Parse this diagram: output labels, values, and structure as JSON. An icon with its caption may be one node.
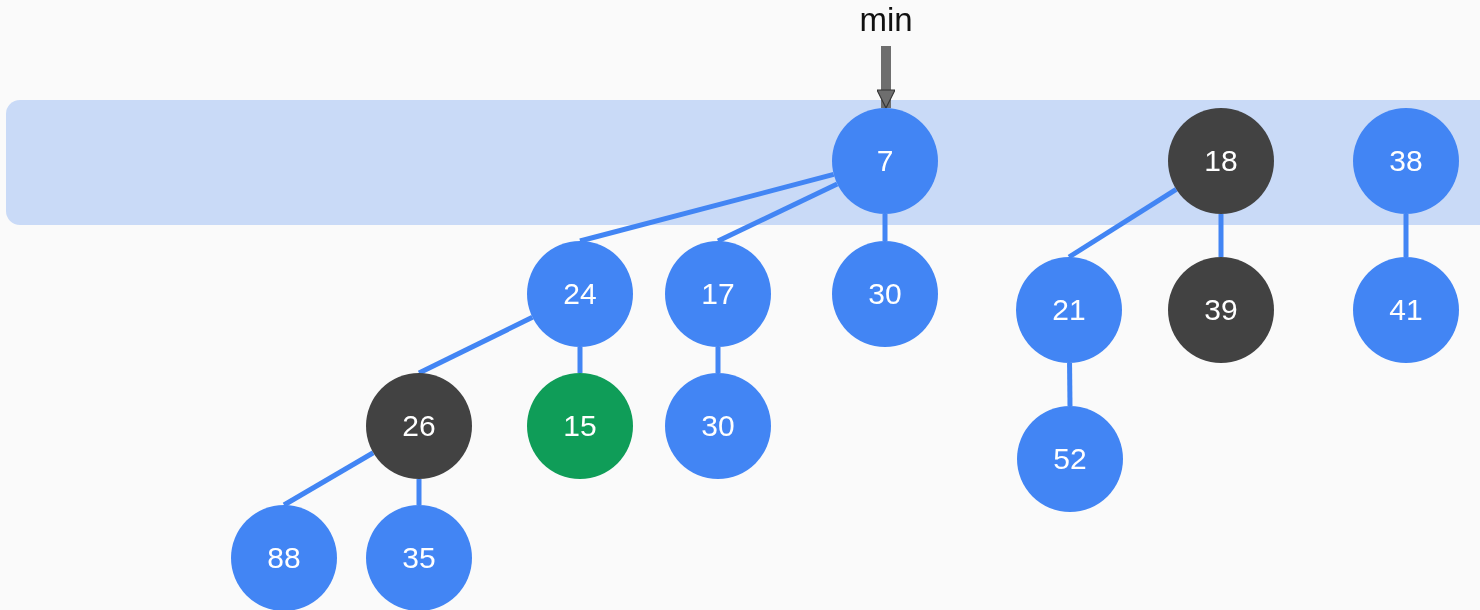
{
  "diagram": {
    "nodes": [
      {
        "text": [],
        "shape": "box"
      },
      {
        "text": [
          "min"
        ]
      },
      {
        "text": [
          "7"
        ],
        "in": 0
      },
      {
        "text": [
          "18"
        ],
        "in": 0
      },
      {
        "text": [
          "38"
        ],
        "in": 0
      },
      {
        "text": [
          "24"
        ]
      },
      {
        "text": [
          "17"
        ]
      },
      {
        "text": [
          "30"
        ]
      },
      {
        "text": [
          "21"
        ]
      },
      {
        "text": [
          "39"
        ]
      },
      {
        "text": [
          "41"
        ]
      },
      {
        "text": [
          "26"
        ]
      },
      {
        "text": [
          "15"
        ]
      },
      {
        "text": [
          "30"
        ]
      },
      {
        "text": [
          "52"
        ]
      },
      {
        "text": [
          "88"
        ]
      },
      {
        "text": [
          "35"
        ]
      }
    ],
    "edges": [
      {
        "from": 1,
        "to": 2,
        "arrow": "to",
        "style": "thick",
        "color": "#6e6e6e"
      },
      {
        "from": 2,
        "to": 5,
        "arrow": "none"
      },
      {
        "from": 2,
        "to": 6,
        "arrow": "none"
      },
      {
        "from": 2,
        "to": 7,
        "arrow": "none"
      },
      {
        "from": 5,
        "to": 11,
        "arrow": "none"
      },
      {
        "from": 5,
        "to": 12,
        "arrow": "none"
      },
      {
        "from": 6,
        "to": 13,
        "arrow": "none"
      },
      {
        "from": 11,
        "to": 15,
        "arrow": "none"
      },
      {
        "from": 11,
        "to": 16,
        "arrow": "none"
      },
      {
        "from": 3,
        "to": 8,
        "arrow": "none"
      },
      {
        "from": 3,
        "to": 9,
        "arrow": "none"
      },
      {
        "from": 8,
        "to": 14,
        "arrow": "none"
      },
      {
        "from": 4,
        "to": 10,
        "arrow": "none"
      }
    ]
  }
}
